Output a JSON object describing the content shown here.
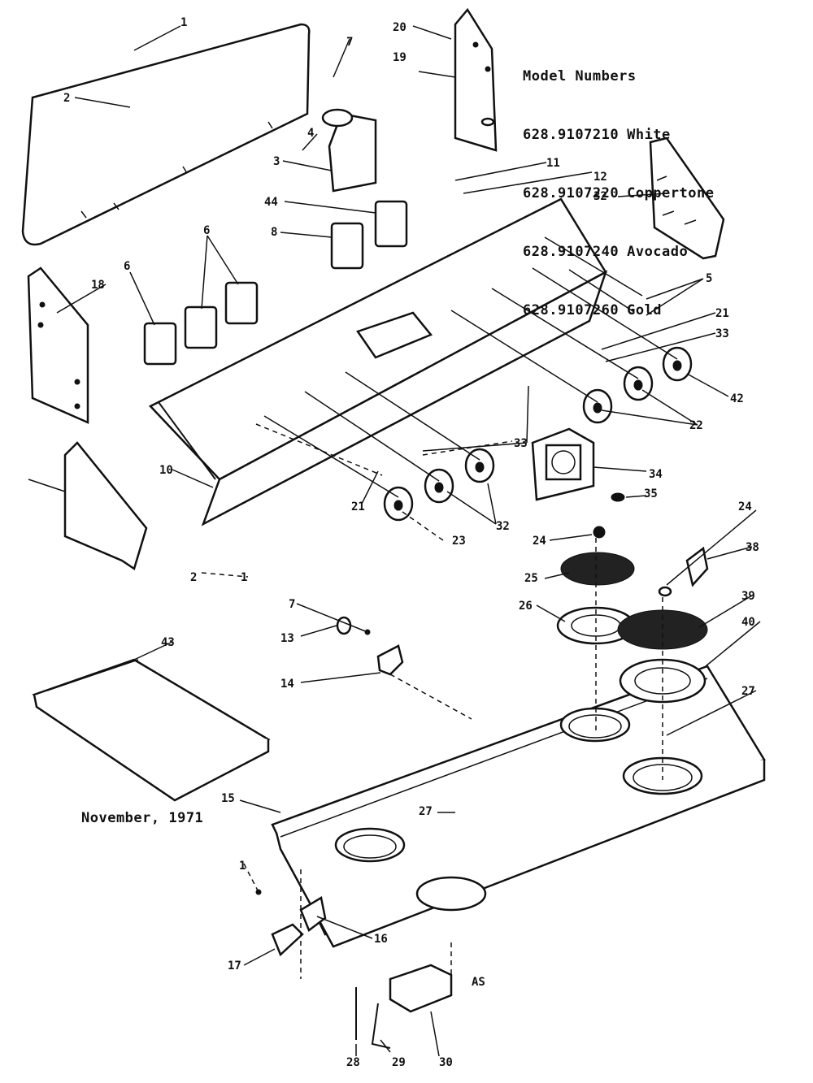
{
  "models": {
    "heading": "Model Numbers",
    "rows": [
      {
        "number": "628.9107210",
        "color": "White"
      },
      {
        "number": "628.9107220",
        "color": "Coppertone"
      },
      {
        "number": "628.9107240",
        "color": "Avocado"
      },
      {
        "number": "628.9107260",
        "color": "Gold"
      }
    ]
  },
  "date": "November, 1971",
  "callouts": {
    "c1a": "1",
    "c2a": "2",
    "c7a": "7",
    "c19": "19",
    "c20": "20",
    "c4": "4",
    "c3": "3",
    "c44": "44",
    "c8": "8",
    "c11": "11",
    "c12": "12",
    "c32a": "32",
    "c5": "5",
    "c18": "18",
    "c6a": "6",
    "c6b": "6",
    "c21a": "21",
    "c33a": "33",
    "c42": "42",
    "c22a": "22",
    "c10": "10",
    "c33b": "33",
    "c34": "34",
    "c35": "35",
    "c21b": "21",
    "c32b": "32",
    "c23": "23",
    "c24a": "24",
    "c24b": "24",
    "c38": "38",
    "c25": "25",
    "c39": "39",
    "c26": "26",
    "c40": "40",
    "c27a": "27",
    "c2b": "2",
    "c1b": "1",
    "c7b": "7",
    "c13": "13",
    "c14": "14",
    "c43": "43",
    "c15": "15",
    "c27b": "27",
    "c1c": "1",
    "c16": "16",
    "c17": "17",
    "c28": "28",
    "c29": "29",
    "c30": "30",
    "cAS": "AS"
  }
}
